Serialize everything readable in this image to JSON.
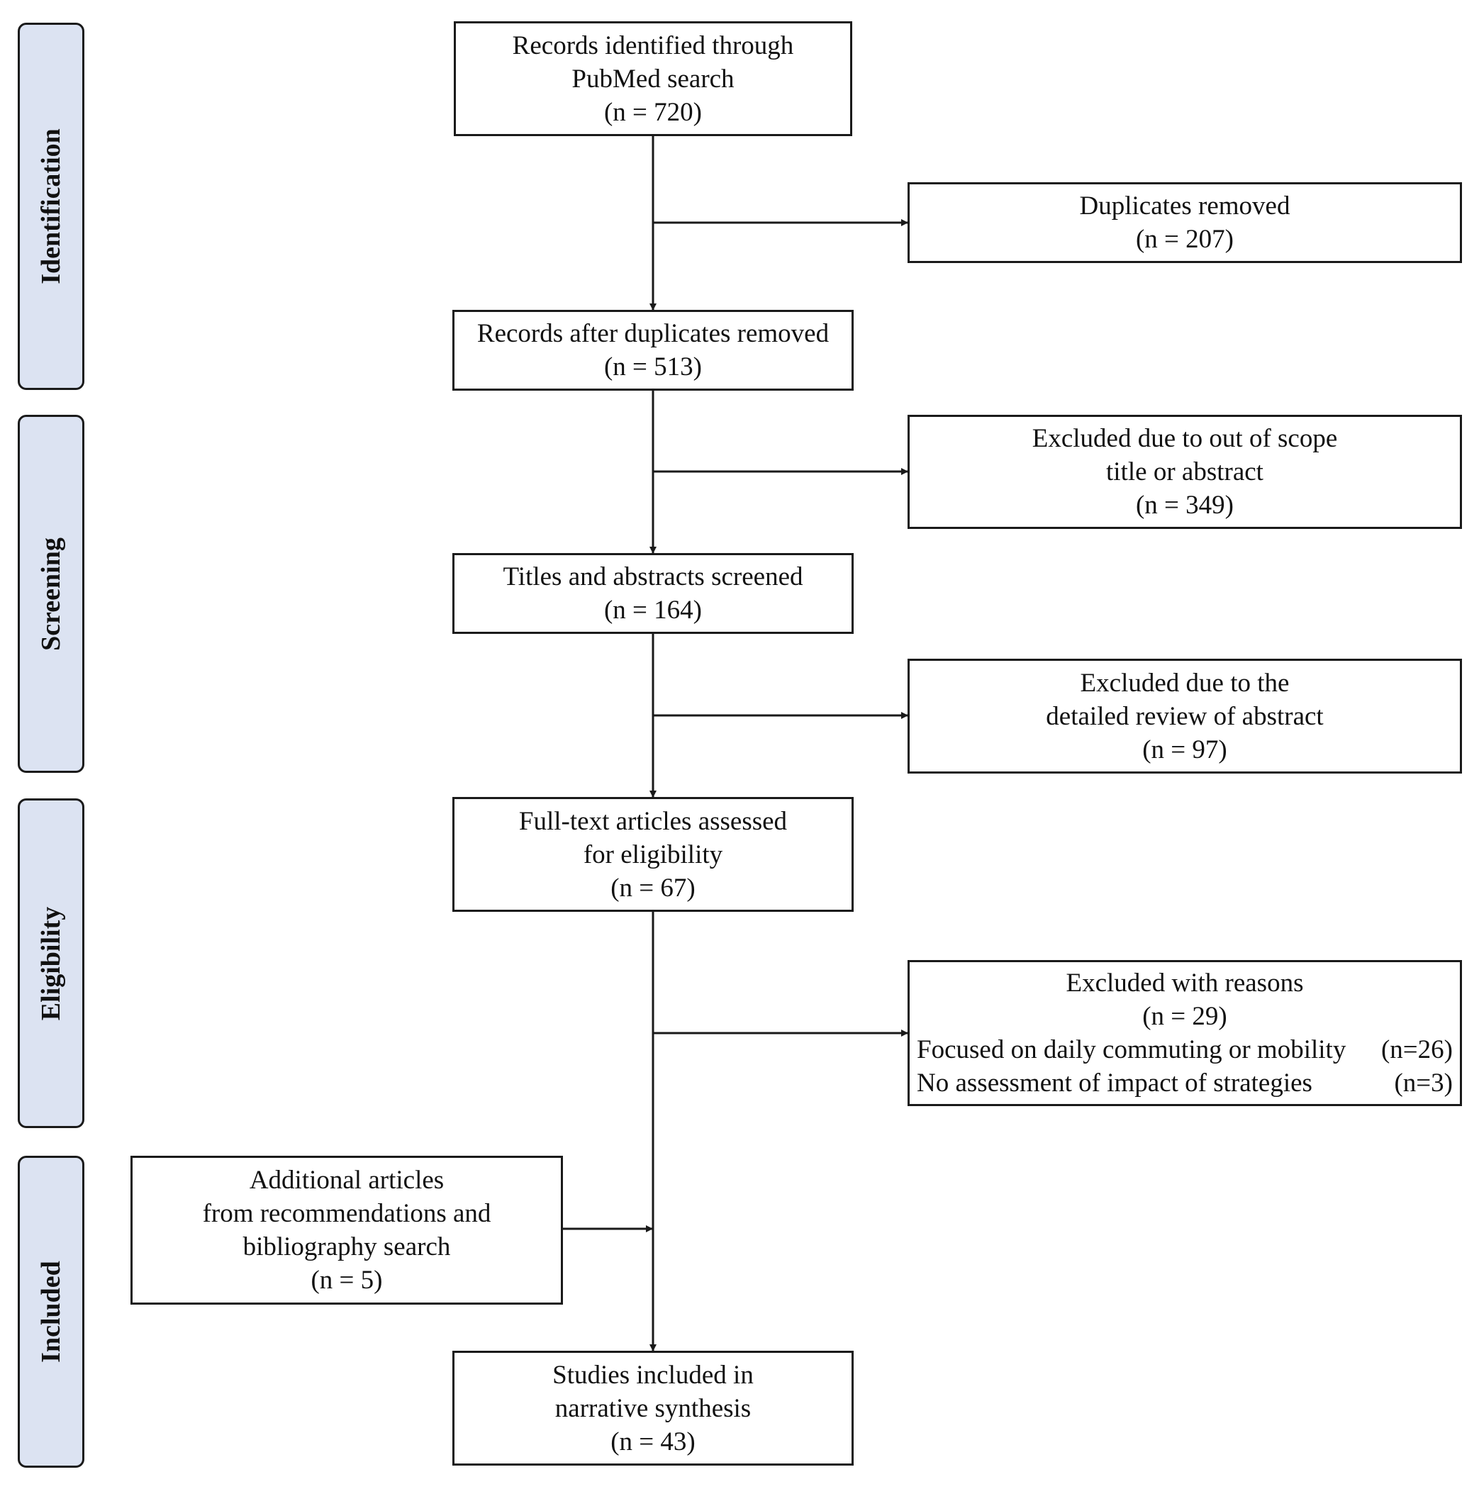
{
  "phases": {
    "identification": "Identification",
    "screening": "Screening",
    "eligibility": "Eligibility",
    "included": "Included"
  },
  "boxes": {
    "identified": {
      "line1": "Records identified through",
      "line2": "PubMed search",
      "count": "(n = 720)"
    },
    "duplicates_removed": {
      "line1": "Duplicates removed",
      "count": "(n = 207)"
    },
    "after_duplicates": {
      "line1": "Records after duplicates removed",
      "count": "(n = 513)"
    },
    "excluded_scope": {
      "line1": "Excluded due to out of scope",
      "line2": "title or abstract",
      "count": "(n = 349)"
    },
    "screened": {
      "line1": "Titles and abstracts screened",
      "count": "(n = 164)"
    },
    "excluded_review": {
      "line1": "Excluded due to the",
      "line2": "detailed review of abstract",
      "count": "(n = 97)"
    },
    "fulltext": {
      "line1": "Full-text articles assessed",
      "line2": "for eligibility",
      "count": "(n = 67)"
    },
    "excluded_reasons": {
      "line1": "Excluded with reasons",
      "count": "(n = 29)",
      "reasons": [
        {
          "label": "Focused on daily commuting or mobility",
          "count": "(n=26)"
        },
        {
          "label": "No assessment of impact of strategies",
          "count": "(n=3)"
        }
      ]
    },
    "additional": {
      "line1": "Additional articles",
      "line2": "from recommendations and",
      "line3": "bibliography search",
      "count": "(n = 5)"
    },
    "included": {
      "line1": "Studies included in",
      "line2": "narrative synthesis",
      "count": "(n = 43)"
    }
  }
}
